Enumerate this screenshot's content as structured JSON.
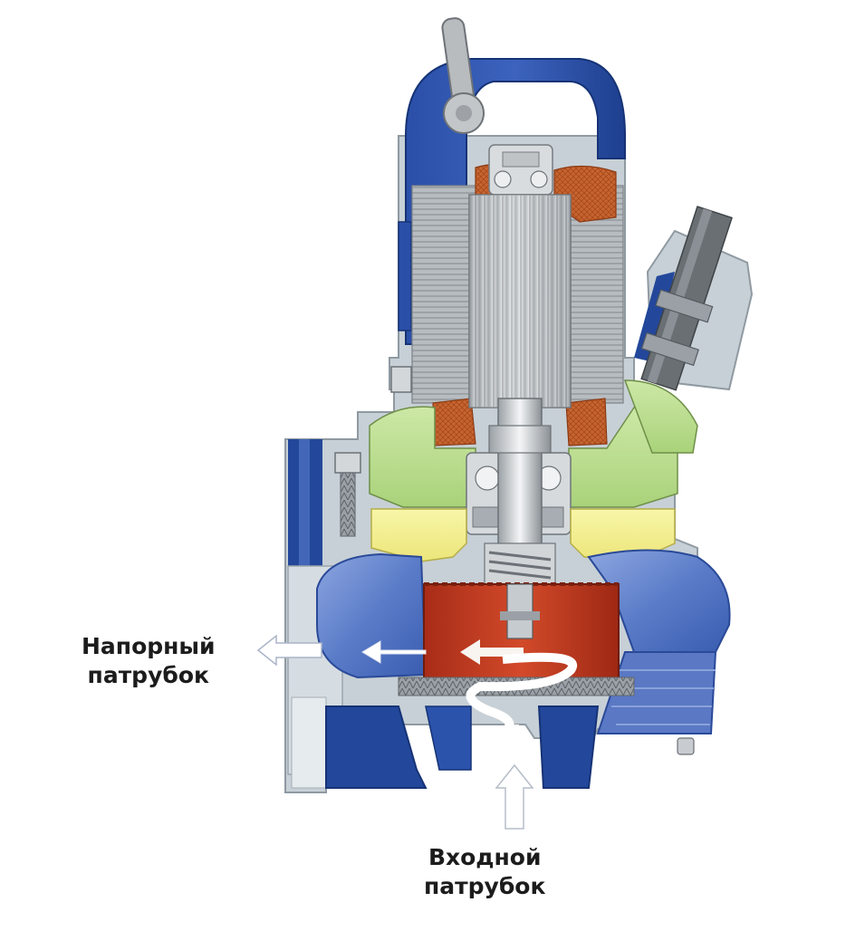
{
  "labels": {
    "outlet": {
      "line1": "Напорный",
      "line2": "патрубок"
    },
    "inlet": {
      "line1": "Входной",
      "line2": "патрубок"
    }
  },
  "colors": {
    "housing_blue": "#23479a",
    "housing_blue_light": "#6f8fd0",
    "section_grey": "#c7d0d6",
    "rotor_grey": "#bfc4c8",
    "winding_copper": "#c8642f",
    "oil_green": "#b8dc8a",
    "oil_yellow": "#f4f08a",
    "impeller_red": "#c43a1f",
    "arrow_white": "#ffffff",
    "text": "#1c1c1c"
  }
}
